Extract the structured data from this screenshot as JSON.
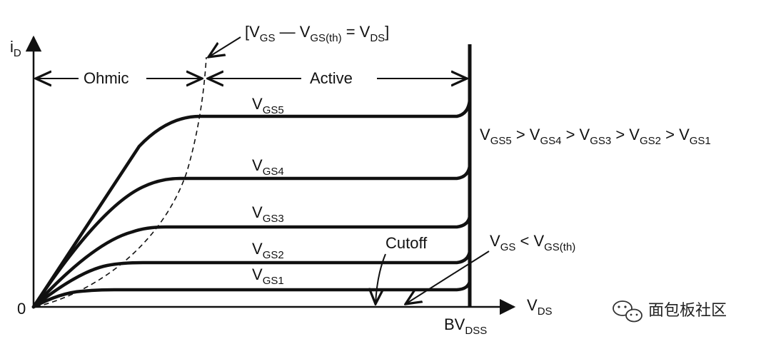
{
  "axes": {
    "y_label_main": "i",
    "y_label_sub": "D",
    "x_label_main": "V",
    "x_label_sub": "DS",
    "origin": "0",
    "breakdown_main": "BV",
    "breakdown_sub": "DSS"
  },
  "regions": {
    "ohmic": "Ohmic",
    "active": "Active",
    "cutoff": "Cutoff"
  },
  "boundary": {
    "p1": "[V",
    "s1": "GS",
    "p2": " — V",
    "s2": "GS(th)",
    "p3": " = V",
    "s3": "DS",
    "p4": "]"
  },
  "curves": [
    {
      "main": "V",
      "sub": "GS5",
      "level": 5
    },
    {
      "main": "V",
      "sub": "GS4",
      "level": 4
    },
    {
      "main": "V",
      "sub": "GS3",
      "level": 3
    },
    {
      "main": "V",
      "sub": "GS2",
      "level": 2
    },
    {
      "main": "V",
      "sub": "GS1",
      "level": 1
    }
  ],
  "ordering": {
    "parts": [
      {
        "t": "V",
        "s": "GS5"
      },
      {
        "t": " > V",
        "s": "GS4"
      },
      {
        "t": " > V",
        "s": "GS3"
      },
      {
        "t": " > V",
        "s": "GS2"
      },
      {
        "t": " > V",
        "s": "GS1"
      }
    ]
  },
  "cutoff_condition": {
    "p1": "V",
    "s1": "GS",
    "p2": " < V",
    "s2": "GS(th)"
  },
  "watermark": {
    "text": "面包板社区",
    "icon": "wechat-bubble-icon"
  }
}
